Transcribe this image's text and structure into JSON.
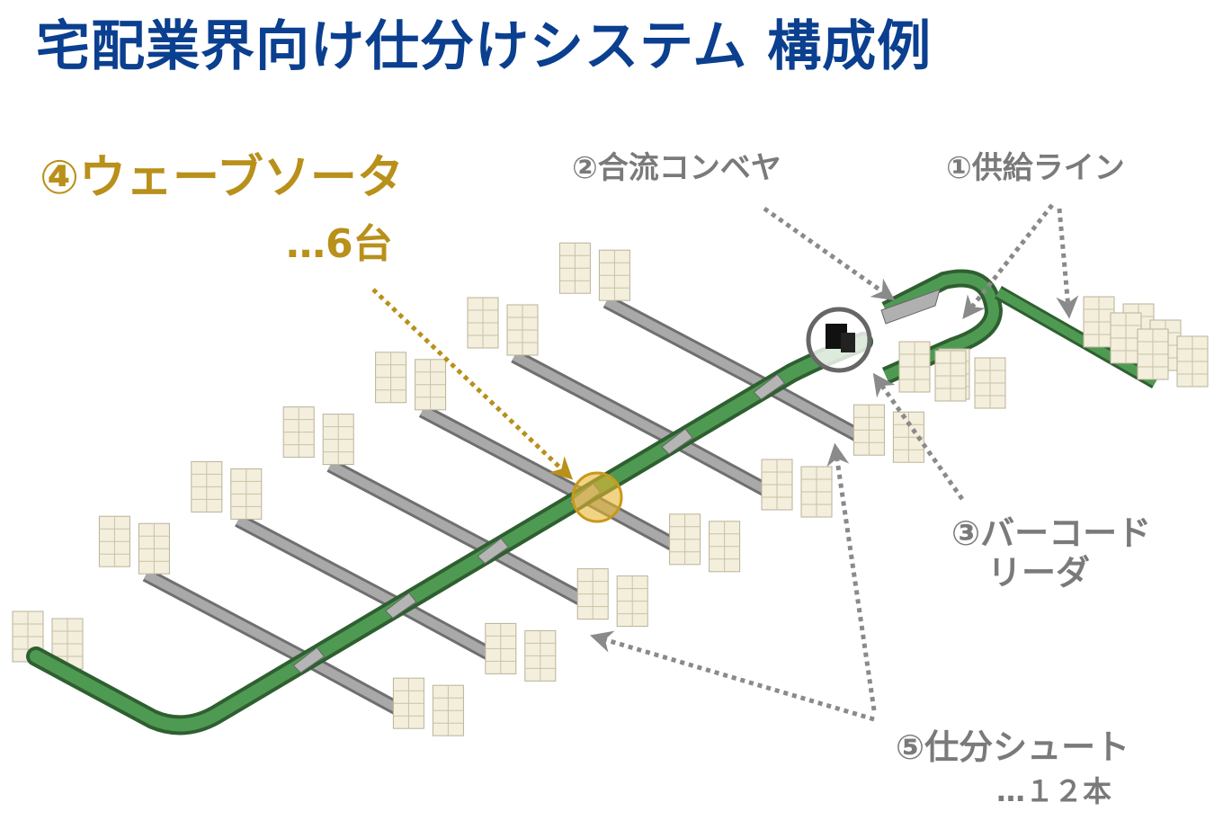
{
  "title": "宅配業界向け仕分けシステム 構成例",
  "labels": {
    "wave_sorter": "④ウェーブソータ",
    "wave_sorter_count": "…6台",
    "merge_conveyor": "②合流コンベヤ",
    "supply_line": "①供給ライン",
    "barcode_reader_line1": "③バーコード",
    "barcode_reader_line2": "リーダ",
    "sort_chute": "⑤仕分シュート",
    "sort_chute_count": "…１２本"
  },
  "colors": {
    "title": "#0b3f8f",
    "accent_gold": "#b8901a",
    "callout_grey": "#7a7a7a",
    "conveyor_green": "#3d7f3f",
    "chute_grey": "#9e9e9e",
    "cage": "#e8e2c8"
  },
  "icons": {
    "barcode_marker": "black-box-in-ring",
    "sorter_marker": "gold-circle-highlight"
  }
}
